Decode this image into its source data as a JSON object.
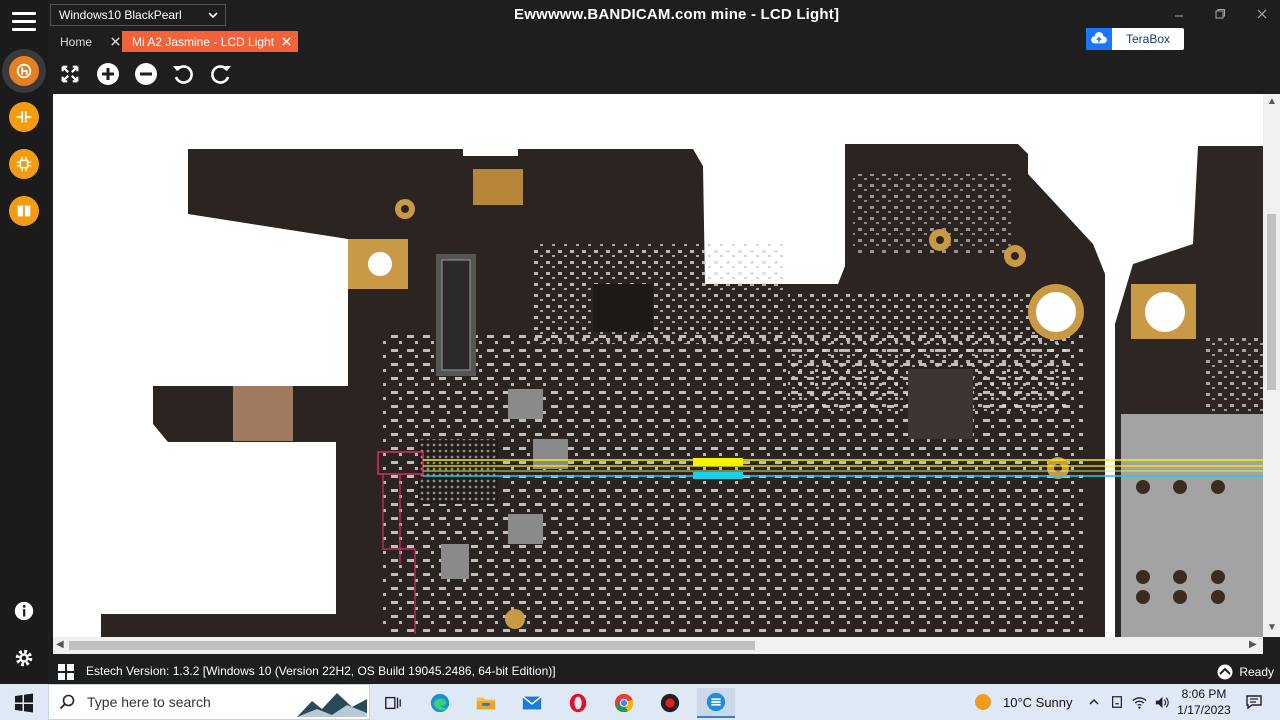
{
  "window": {
    "title": "Ewwwww.BANDICAM.com mine - LCD Light]",
    "profile_selected": "Windows10 BlackPearl"
  },
  "tabs": [
    {
      "label": "Home"
    },
    {
      "label": "Mi A2 Jasmine - LCD Light"
    }
  ],
  "terabox": {
    "label": "TeraBox"
  },
  "toolbar": {
    "tools": [
      "fit-screen",
      "zoom-in",
      "zoom-out",
      "rotate-left",
      "rotate-right"
    ]
  },
  "rail": {
    "items": [
      "menu",
      "gi-logo",
      "capacitor-tool",
      "circuit-tool",
      "schematic-tool",
      "info",
      "settings"
    ]
  },
  "status": {
    "version_text": "Estech Version: 1.3.2 [Windows 10 (Version 22H2, OS Build 19045.2486, 64-bit Edition)]",
    "ready": "Ready"
  },
  "taskbar": {
    "search_placeholder": "Type here to search",
    "weather": "10°C  Sunny",
    "time": "8:06 PM",
    "date": "1/17/2023",
    "apps": [
      "task-view",
      "edge",
      "file-explorer",
      "mail",
      "opera",
      "chrome",
      "bandicam",
      "estech"
    ]
  },
  "colors": {
    "accent_orange": "#f4623a",
    "rail_orange": "#f39c12",
    "pcb": "#2b2420",
    "highlight_yellow": "#f7f200",
    "highlight_cyan": "#19d1e8",
    "highlight_pink": "#e0286d"
  }
}
